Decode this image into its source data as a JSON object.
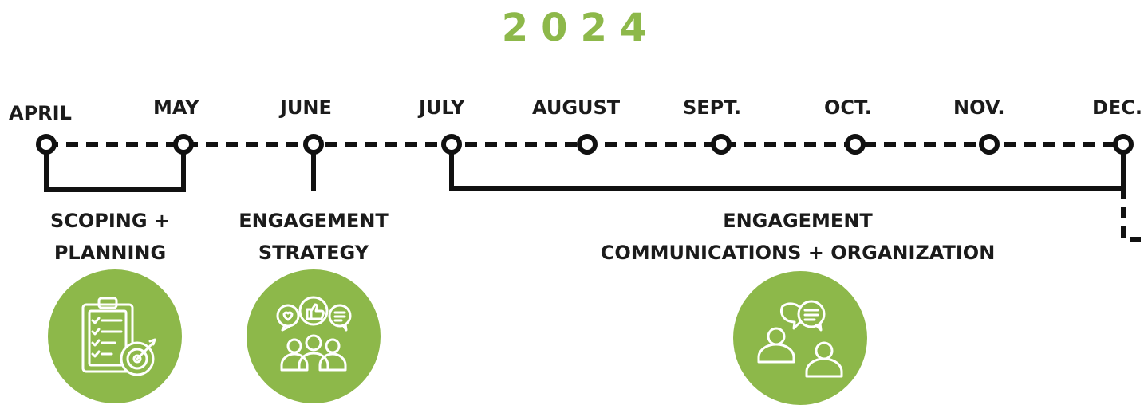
{
  "year": "2024",
  "months": [
    {
      "label": "APRIL"
    },
    {
      "label": "MAY"
    },
    {
      "label": "JUNE"
    },
    {
      "label": "JULY"
    },
    {
      "label": "AUGUST"
    },
    {
      "label": "SEPT."
    },
    {
      "label": "OCT."
    },
    {
      "label": "NOV."
    },
    {
      "label": "DEC."
    }
  ],
  "phases": [
    {
      "line1": "SCOPING +",
      "line2": "PLANNING",
      "icon": "clipboard-target-icon"
    },
    {
      "line1": "ENGAGEMENT",
      "line2": "STRATEGY",
      "icon": "community-feedback-icon"
    },
    {
      "line1": "ENGAGEMENT",
      "line2": "COMMUNICATIONS + ORGANIZATION",
      "icon": "conversation-icon"
    }
  ],
  "colors": {
    "accent": "#8db84a",
    "line": "#111111",
    "text": "#1b1b1b"
  }
}
